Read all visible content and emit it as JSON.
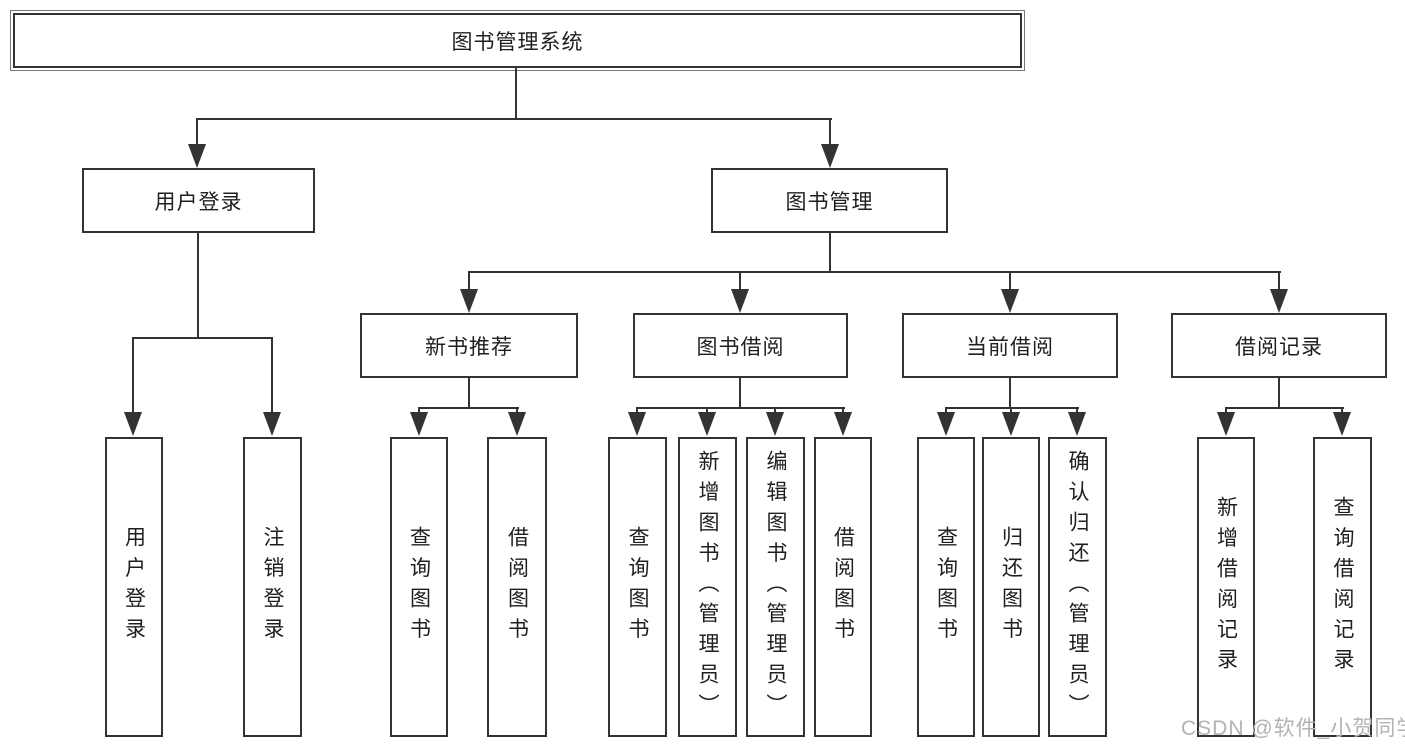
{
  "tree": {
    "root": "图书管理系统",
    "children": [
      {
        "label": "用户登录",
        "children": [
          {
            "label": "用户登录"
          },
          {
            "label": "注销登录"
          }
        ]
      },
      {
        "label": "图书管理",
        "children": [
          {
            "label": "新书推荐",
            "children": [
              {
                "label": "查询图书"
              },
              {
                "label": "借阅图书"
              }
            ]
          },
          {
            "label": "图书借阅",
            "children": [
              {
                "label": "查询图书"
              },
              {
                "label": "新增图书（管理员）"
              },
              {
                "label": "编辑图书（管理员）"
              },
              {
                "label": "借阅图书"
              }
            ]
          },
          {
            "label": "当前借阅",
            "children": [
              {
                "label": "查询图书"
              },
              {
                "label": "归还图书"
              },
              {
                "label": "确认归还（管理员）"
              }
            ]
          },
          {
            "label": "借阅记录",
            "children": [
              {
                "label": "新增借阅记录"
              },
              {
                "label": "查询借阅记录"
              }
            ]
          }
        ]
      }
    ]
  },
  "watermark": {
    "text": "CSDN @软件_小贺同学"
  },
  "colors": {
    "line": "#333333",
    "text": "#1f1f1f",
    "background": "#ffffff",
    "watermark": "#b3b3b6"
  }
}
